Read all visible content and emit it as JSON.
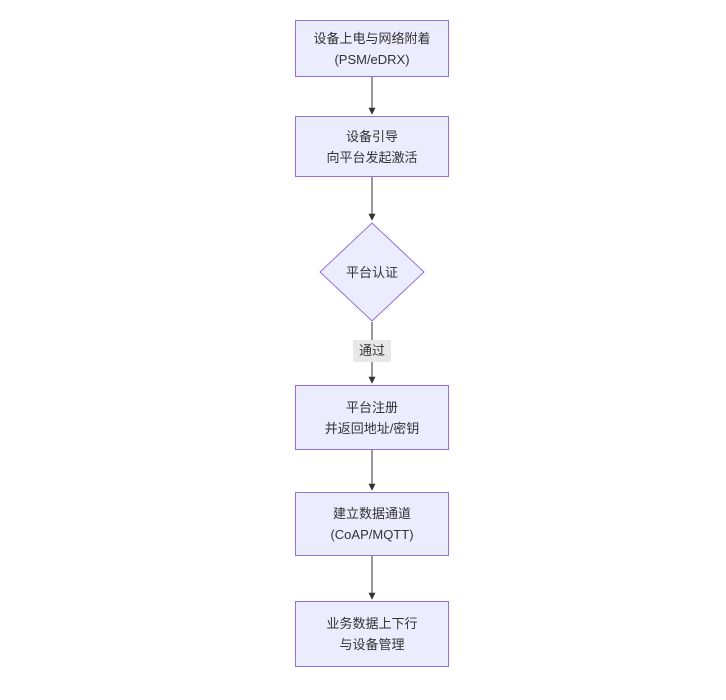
{
  "diagram": {
    "kind": "flowchart-top-down",
    "colors": {
      "node_fill": "#ECECFF",
      "node_border": "#9370DB",
      "text": "#333333",
      "arrow": "#333333",
      "edge_label_bg": "#e8e8e8",
      "background": "#ffffff"
    },
    "nodes": [
      {
        "id": "power-attach",
        "shape": "rect",
        "lines": [
          "设备上电与网络附着",
          "(PSM/eDRX)"
        ]
      },
      {
        "id": "bootstrap",
        "shape": "rect",
        "lines": [
          "设备引导",
          "向平台发起激活"
        ]
      },
      {
        "id": "platform-auth",
        "shape": "diamond",
        "lines": [
          "平台认证"
        ]
      },
      {
        "id": "platform-register",
        "shape": "rect",
        "lines": [
          "平台注册",
          "并返回地址/密钥"
        ]
      },
      {
        "id": "data-channel",
        "shape": "rect",
        "lines": [
          "建立数据通道",
          "(CoAP/MQTT)"
        ]
      },
      {
        "id": "business-data",
        "shape": "rect",
        "lines": [
          "业务数据上下行",
          "与设备管理"
        ]
      }
    ],
    "edges": [
      {
        "from": "power-attach",
        "to": "bootstrap",
        "label": ""
      },
      {
        "from": "bootstrap",
        "to": "platform-auth",
        "label": ""
      },
      {
        "from": "platform-auth",
        "to": "platform-register",
        "label": "通过"
      },
      {
        "from": "platform-register",
        "to": "data-channel",
        "label": ""
      },
      {
        "from": "data-channel",
        "to": "business-data",
        "label": ""
      }
    ]
  }
}
